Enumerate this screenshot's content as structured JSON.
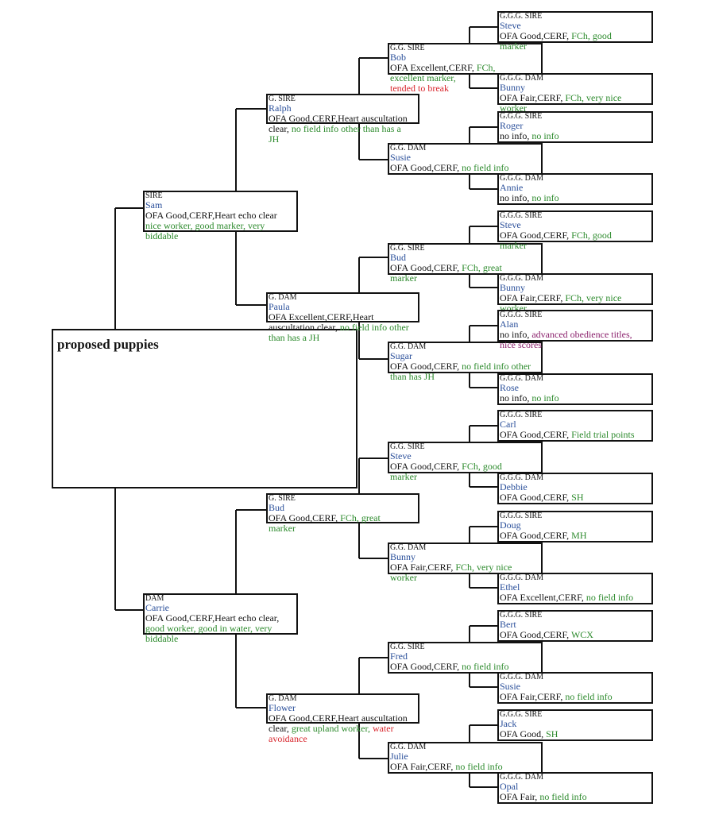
{
  "diagram": {
    "proposed_label": "proposed puppies",
    "dogs": [
      {
        "role": "SIRE",
        "name": "Sam",
        "health": "OFA Good,CERF,Heart echo clear",
        "health_note": "",
        "more": [
          "nice worker, good marker, very",
          "biddable"
        ],
        "more_color": "#2c8a2c"
      },
      {
        "role": "G. SIRE",
        "name": "Ralph",
        "health": "OFA Good,CERF,Heart auscultation",
        "health_note": "",
        "more": [
          "clear, no field info other than has a",
          "JH"
        ],
        "more_color": "#2c8a2c"
      },
      {
        "role": "G. DAM",
        "name": "Paula",
        "health": "OFA Excellent,CERF,Heart",
        "health_note": "",
        "more": [
          "auscultation clear, no field info other",
          "than has a JH"
        ],
        "more_color": "#2c8a2c"
      },
      {
        "role": "G.G. SIRE",
        "name": "Bob",
        "health": "OFA Excellent,CERF,",
        "health_note": "FCh,",
        "more": [
          "excellent marker,",
          "tended to break"
        ],
        "more_color": "#d8262d"
      },
      {
        "role": "G.G. DAM",
        "name": "Susie",
        "health": "OFA Good,CERF,",
        "health_note": "no field info",
        "more": [],
        "more_color": "#2c8a2c"
      },
      {
        "role": "G.G. SIRE",
        "name": "Bud",
        "health": "OFA Good,CERF,",
        "health_note": "FCh, great",
        "more": [
          "marker"
        ],
        "more_color": "#2c8a2c"
      },
      {
        "role": "G.G. DAM",
        "name": "Sugar",
        "health": "OFA Good,CERF,",
        "health_note": "no field info other",
        "more": [
          "than has JH"
        ],
        "more_color": "#2c8a2c"
      },
      {
        "role": "G.G.G. SIRE",
        "name": "Steve",
        "health": "OFA Good,CERF,",
        "health_note": "FCh, good",
        "more": [
          "marker"
        ],
        "more_color": "#2c8a2c"
      },
      {
        "role": "G.G.G. DAM",
        "name": "Bunny",
        "health": "OFA Fair,CERF,",
        "health_note": "FCh, very nice",
        "more": [
          "worker"
        ],
        "more_color": "#2c8a2c"
      },
      {
        "role": "G.G.G. SIRE",
        "name": "Roger",
        "health": "no info,",
        "health_note": "no info",
        "more": [],
        "more_color": "#2c8a2c"
      },
      {
        "role": "G.G.G. DAM",
        "name": "Annie",
        "health": "no info,",
        "health_note": "no info",
        "more": [],
        "more_color": "#2c8a2c"
      },
      {
        "role": "G.G.G. SIRE",
        "name": "Steve",
        "health": "OFA Good,CERF,",
        "health_note": "FCh, good",
        "more": [
          "marker"
        ],
        "more_color": "#2c8a2c"
      },
      {
        "role": "G.G.G. DAM",
        "name": "Bunny",
        "health": "OFA Fair,CERF,",
        "health_note": "FCh, very nice",
        "more": [
          "worker"
        ],
        "more_color": "#2c8a2c"
      },
      {
        "role": "G.G.G. SIRE",
        "name": "Alan",
        "health": "no info,",
        "health_note": "advanced obedience titles,",
        "more": [
          "nice scores"
        ],
        "more_color": "#8a1f6b"
      },
      {
        "role": "G.G.G. DAM",
        "name": "Rose",
        "health": "no info,",
        "health_note": "no info",
        "more": [],
        "more_color": "#2c8a2c"
      },
      {
        "role": "DAM",
        "name": "Carrie",
        "health": "OFA Good,CERF,Heart echo clear,",
        "health_note": "",
        "more": [
          "good worker, good in water, very",
          "biddable"
        ],
        "more_color": "#2c8a2c"
      },
      {
        "role": "G. SIRE",
        "name": "Bud",
        "health": "OFA Good,CERF,",
        "health_note": "FCh, great",
        "more": [
          "marker"
        ],
        "more_color": "#2c8a2c"
      },
      {
        "role": "G. DAM",
        "name": "Flower",
        "health": "OFA Good,CERF,Heart auscultation",
        "health_note": "",
        "more": [
          "clear, great upland worker, water",
          "avoidance"
        ],
        "more_color": "#2c8a2c"
      },
      {
        "role": "G.G. SIRE",
        "name": "Steve",
        "health": "OFA Good,CERF,",
        "health_note": "FCh, good",
        "more": [
          "marker"
        ],
        "more_color": "#2c8a2c"
      },
      {
        "role": "G.G. DAM",
        "name": "Bunny",
        "health": "OFA Fair,CERF,",
        "health_note": "FCh, very nice",
        "more": [
          "worker"
        ],
        "more_color": "#2c8a2c"
      },
      {
        "role": "G.G. SIRE",
        "name": "Fred",
        "health": "OFA Good,CERF,",
        "health_note": "no field info",
        "more": [],
        "more_color": "#2c8a2c"
      },
      {
        "role": "G.G. DAM",
        "name": "Julie",
        "health": "OFA Fair,CERF,",
        "health_note": "no field info",
        "more": [],
        "more_color": "#2c8a2c"
      },
      {
        "role": "G.G.G. SIRE",
        "name": "Carl",
        "health": "OFA Good,CERF,",
        "health_note": "Field trial points",
        "more": [],
        "more_color": "#2c8a2c"
      },
      {
        "role": "G.G.G. DAM",
        "name": "Debbie",
        "health": "OFA Good,CERF,",
        "health_note": "SH",
        "more": [],
        "more_color": "#2c8a2c"
      },
      {
        "role": "G.G.G. SIRE",
        "name": "Doug",
        "health": "OFA Good,CERF,",
        "health_note": "MH",
        "more": [],
        "more_color": "#2c8a2c"
      },
      {
        "role": "G.G.G. DAM",
        "name": "Ethel",
        "health": "OFA Excellent,CERF,",
        "health_note": "no field info",
        "more": [],
        "more_color": "#2c8a2c"
      },
      {
        "role": "G.G.G. SIRE",
        "name": "Bert",
        "health": "OFA Good,CERF,",
        "health_note": "WCX",
        "more": [],
        "more_color": "#2c8a2c"
      },
      {
        "role": "G.G.G. DAM",
        "name": "Susie",
        "health": "OFA Fair,CERF,",
        "health_note": "no field info",
        "more": [],
        "more_color": "#2c8a2c"
      },
      {
        "role": "G.G.G. SIRE",
        "name": "Jack",
        "health": "OFA Good,",
        "health_note": "SH",
        "more": [],
        "more_color": "#2c8a2c"
      },
      {
        "role": "G.G.G. DAM",
        "name": "Opal",
        "health": "OFA Fair,",
        "health_note": "no field info",
        "more": [],
        "more_color": "#2c8a2c"
      }
    ]
  }
}
